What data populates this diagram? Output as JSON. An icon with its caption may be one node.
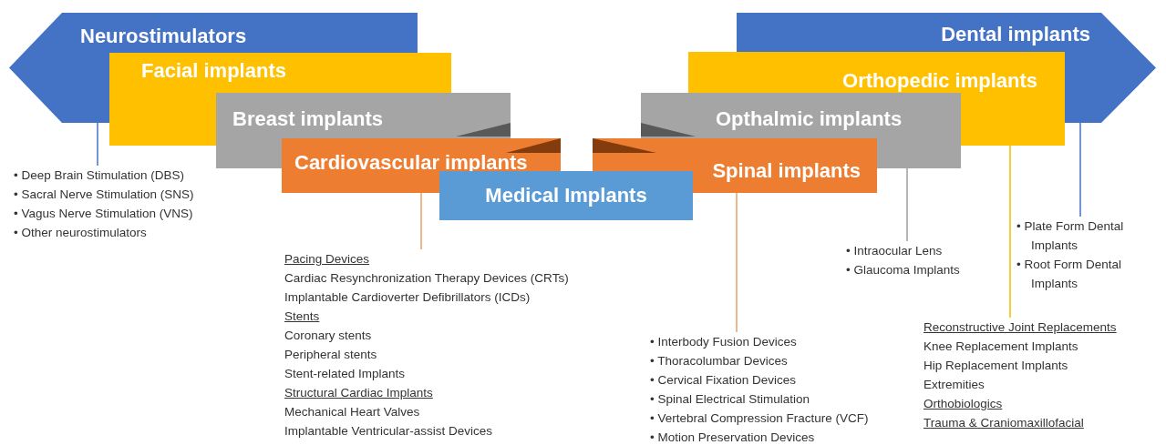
{
  "diagram": {
    "nodes": [
      {
        "text": [
          "Neurostimulators"
        ]
      },
      {
        "text": [
          "Facial implants"
        ]
      },
      {
        "text": [
          "Breast implants"
        ]
      },
      {
        "text": [
          "Cardiovascular implants"
        ]
      },
      {
        "text": [
          "Medical Implants"
        ]
      },
      {
        "text": [
          "Spinal implants"
        ]
      },
      {
        "text": [
          "Opthalmic implants"
        ]
      },
      {
        "text": [
          "Orthopedic implants"
        ]
      },
      {
        "text": [
          "Dental implants"
        ]
      },
      {
        "text": [
          "• Deep Brain Stimulation (DBS)",
          "• Sacral Nerve Stimulation (SNS)",
          "• Vagus Nerve Stimulation (VNS)",
          "• Other neurostimulators"
        ]
      },
      {
        "text": [
          "Pacing Devices",
          "Cardiac Resynchronization Therapy Devices (CRTs)",
          "Implantable Cardioverter Defibrillators (ICDs)",
          "Stents",
          "Coronary stents",
          "Peripheral stents",
          "Stent-related Implants",
          "Structural Cardiac Implants",
          "Mechanical Heart Valves",
          "Implantable Ventricular-assist Devices"
        ]
      },
      {
        "text": [
          "• Interbody Fusion Devices",
          "• Thoracolumbar Devices",
          "• Cervical Fixation Devices",
          "• Spinal Electrical Stimulation",
          "• Vertebral Compression Fracture (VCF)",
          "• Motion Preservation Devices"
        ]
      },
      {
        "text": [
          "• Intraocular Lens",
          "• Glaucoma Implants"
        ]
      },
      {
        "text": [
          "• Plate Form Dental Implants",
          "• Root Form Dental Implants"
        ]
      },
      {
        "text": [
          "Reconstructive Joint Replacements",
          "Knee Replacement Implants",
          "Hip Replacement Implants",
          "Extremities",
          "Orthobiologics",
          "Trauma & Craniomaxillofacial"
        ]
      }
    ],
    "edges": [
      {
        "from": 0,
        "to": 9,
        "arrow": "none",
        "color": "#4472c4"
      },
      {
        "from": 3,
        "to": 10,
        "arrow": "none",
        "color": "#e8a06a"
      },
      {
        "from": 5,
        "to": 11,
        "arrow": "none",
        "color": "#e8a06a"
      },
      {
        "from": 6,
        "to": 12,
        "arrow": "none",
        "color": "#9e9e9e"
      },
      {
        "from": 7,
        "to": 14,
        "arrow": "none",
        "color": "#f0c000"
      },
      {
        "from": 8,
        "to": 13,
        "arrow": "none",
        "color": "#4472c4"
      }
    ]
  }
}
